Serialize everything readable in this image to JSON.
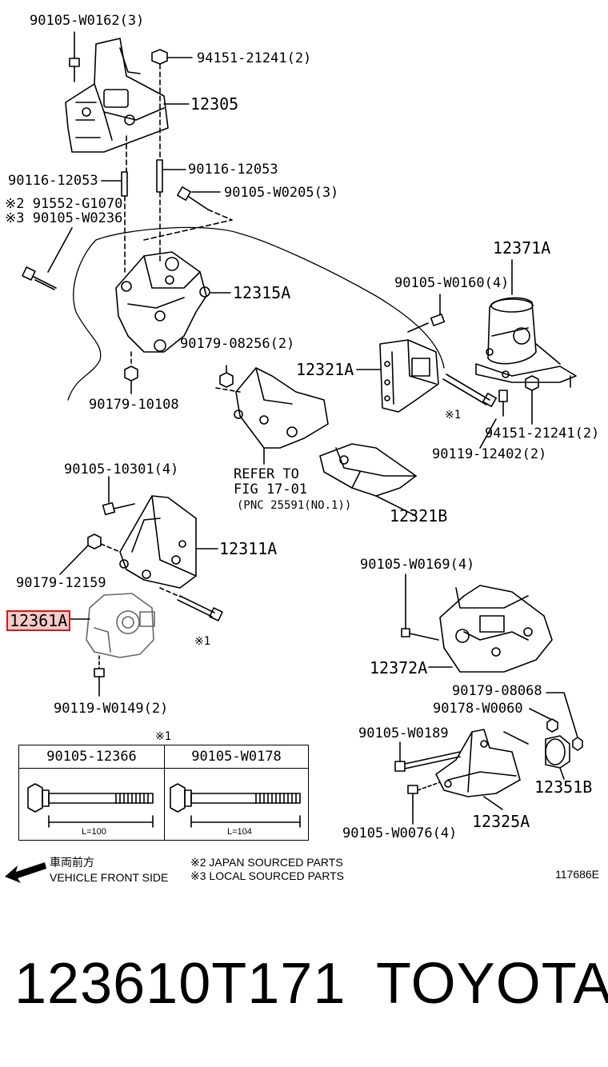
{
  "labels": {
    "p90105_w0162": "90105-W0162(3)",
    "p94151_21241_top": "94151-21241(2)",
    "p12305": "12305",
    "p90116_12053_left": "90116-12053",
    "p90116_12053_right": "90116-12053",
    "p91552_g1070": "※2 91552-G1070",
    "p90105_w0236": "※3 90105-W0236",
    "p90105_w0205": "90105-W0205(3)",
    "p12371a": "12371A",
    "p90105_w0160": "90105-W0160(4)",
    "p12315a": "12315A",
    "p90179_08256": "90179-08256(2)",
    "p12321a": "12321A",
    "p90179_10108": "90179-10108",
    "p_note1_a": "※1",
    "p94151_21241_right": "94151-21241(2)",
    "p90119_12402": "90119-12402(2)",
    "p90105_10301": "90105-10301(4)",
    "refer_line1": "REFER TO",
    "refer_line2": "FIG 17-01",
    "refer_line3": "(PNC 25591(NO.1))",
    "p12321b": "12321B",
    "p12311a": "12311A",
    "p90179_12159": "90179-12159",
    "p12361a": "12361A",
    "p_note1_b": "※1",
    "p90105_w0169": "90105-W0169(4)",
    "p12372a": "12372A",
    "p90119_w0149": "90119-W0149(2)",
    "p90179_08068": "90179-08068",
    "p90178_w0060": "90178-W0060",
    "p90105_w0189": "90105-W0189",
    "p12351b": "12351B",
    "p12325a": "12325A",
    "p90105_w0076": "90105-W0076(4)"
  },
  "table": {
    "note": "※1",
    "col1_header": "90105-12366",
    "col1_length": "L=100",
    "col2_header": "90105-W0178",
    "col2_length": "L=104"
  },
  "legend": {
    "direction_jp": "車両前方",
    "direction_en": "VEHICLE FRONT SIDE",
    "note2": "※2 JAPAN SOURCED PARTS",
    "note3": "※3 LOCAL SOURCED PARTS",
    "figure_id": "117686E"
  },
  "footer": {
    "part_number": "123610T171",
    "brand": "TOYOTA"
  },
  "colors": {
    "highlight_border": "#d01a1a",
    "highlight_fill": "#f6caca",
    "ink": "#000000"
  }
}
